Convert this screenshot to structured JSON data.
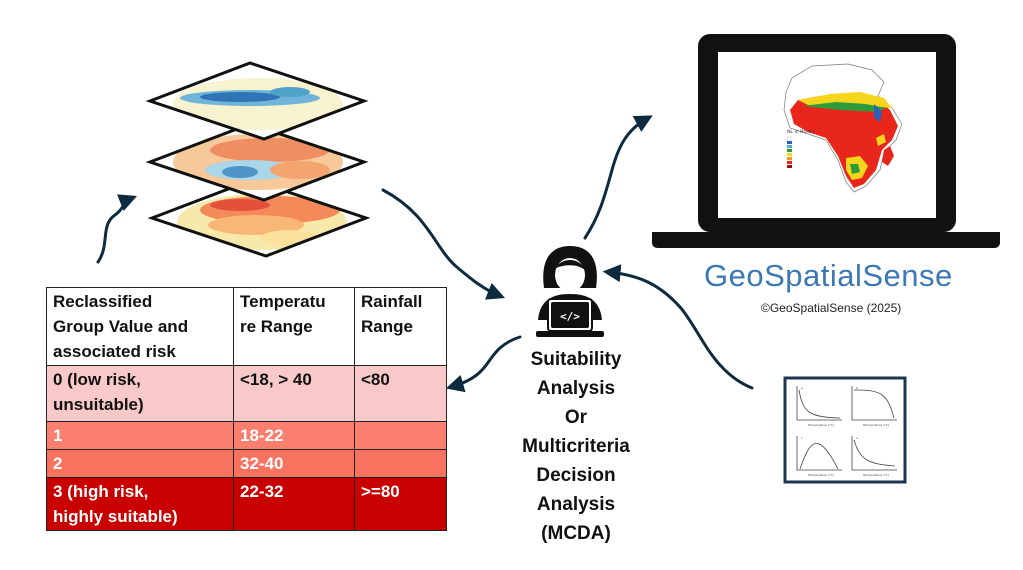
{
  "table": {
    "headers": [
      "Reclassified Group Value and associated risk",
      "Temperature Range",
      "Rainfall Range"
    ],
    "header_lines": [
      [
        "Reclassified",
        "Group Value and",
        "associated risk"
      ],
      [
        "Temperatu",
        "re Range"
      ],
      [
        "Rainfall",
        "Range"
      ]
    ],
    "rows": [
      {
        "group_lines": [
          "0 (low risk,",
          "unsuitable)"
        ],
        "temperature": "<18, > 40",
        "rainfall": "<80",
        "color": "#f9c9c9"
      },
      {
        "group_lines": [
          "1"
        ],
        "temperature": "18-22",
        "rainfall": "",
        "color": "#fb7f6e"
      },
      {
        "group_lines": [
          "2"
        ],
        "temperature": "32-40",
        "rainfall": "",
        "color": "#f7735f"
      },
      {
        "group_lines": [
          "3 (high risk,",
          "highly suitable)"
        ],
        "temperature": "22-32",
        "rainfall": ">=80",
        "color": "#c90000"
      }
    ]
  },
  "analysis_label_lines": [
    "Suitability",
    "Analysis",
    "Or",
    "Multicriteria",
    "Decision",
    "Analysis",
    "(MCDA)"
  ],
  "brand": "GeoSpatialSense",
  "copyright": "©GeoSpatialSense (2025)",
  "icons": {
    "layers": "stacked-map-layers-icon",
    "analyst": "analyst-laptop-icon",
    "laptop": "laptop-map-output-icon",
    "curves": "temperature-response-curves-icon"
  },
  "colors": {
    "arrow": "#0e2a3f",
    "brand": "#3c78b4",
    "low_risk": "#f9c9c9",
    "high_risk": "#c90000"
  }
}
